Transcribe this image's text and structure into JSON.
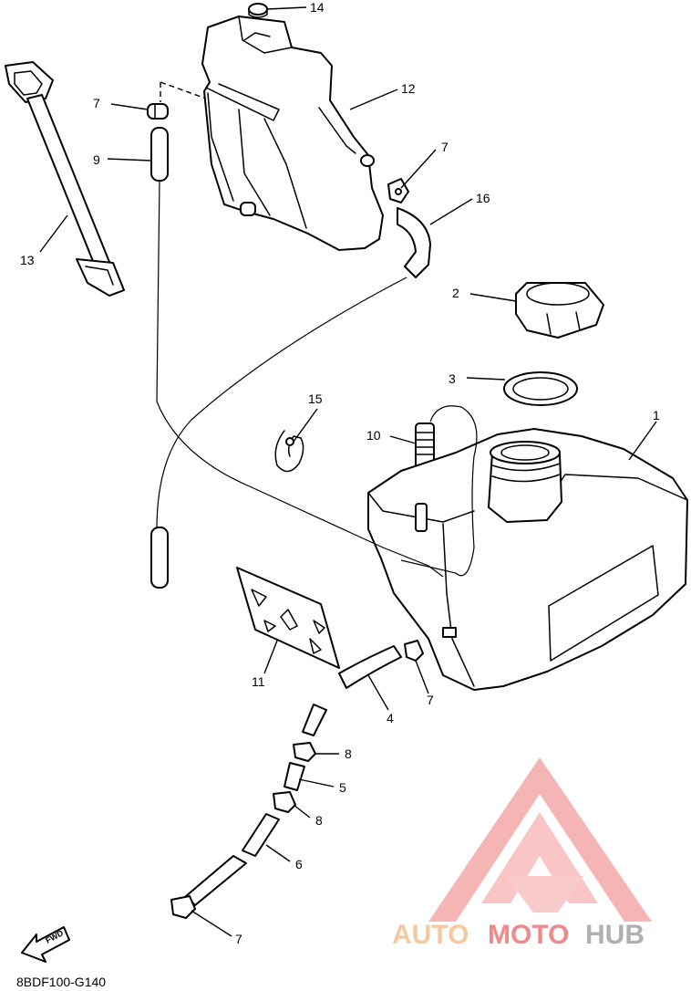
{
  "diagram": {
    "callouts": [
      "14",
      "12",
      "7",
      "9",
      "7",
      "16",
      "13",
      "2",
      "3",
      "15",
      "10",
      "1",
      "11",
      "7",
      "4",
      "8",
      "5",
      "8",
      "6",
      "7"
    ],
    "drawing_code": "8BDF100-G140",
    "fwd_label": "FWD"
  },
  "watermark": {
    "text_a": "AUTO",
    "text_b": "MOTO",
    "text_c": "HUB",
    "color_a": "#f4c9a0",
    "color_b": "#f08a8a",
    "color_c": "#b0b0b0"
  }
}
